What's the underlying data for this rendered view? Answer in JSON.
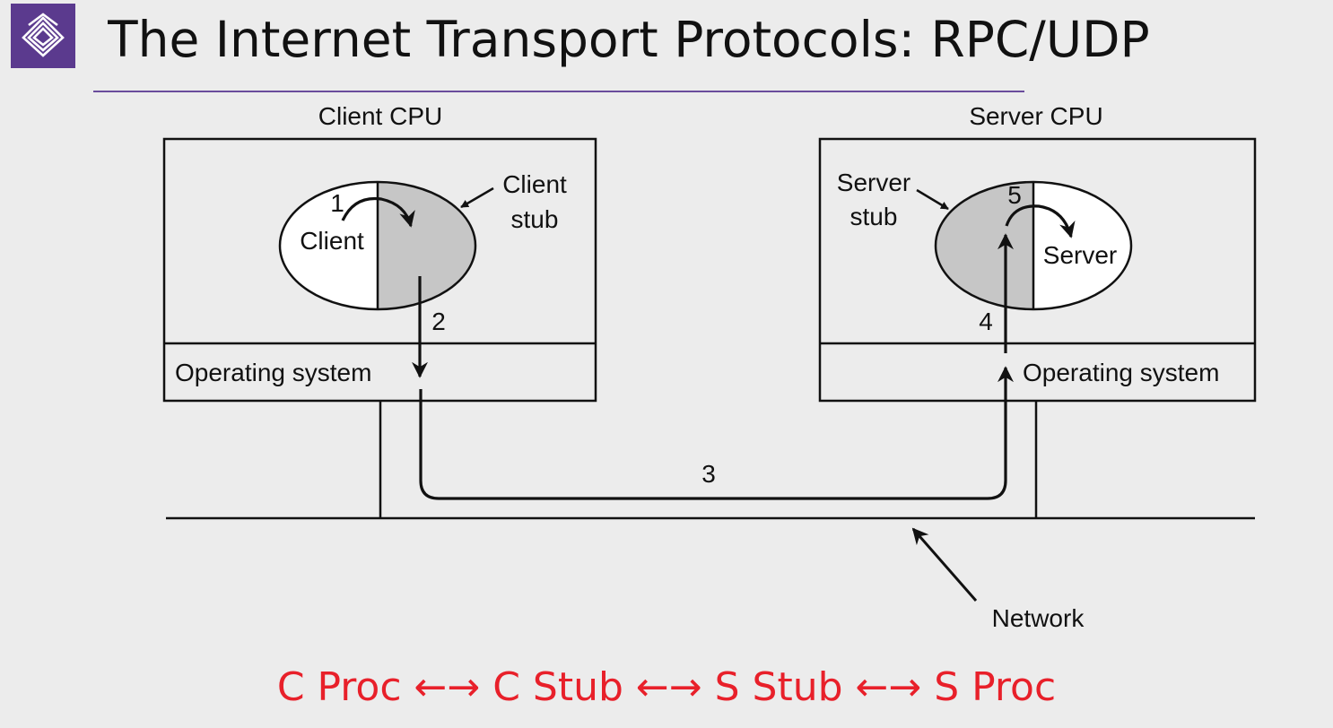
{
  "slide": {
    "title": "The Internet Transport Protocols: RPC/UDP",
    "logo_icon": "layered-diamond-logo-icon",
    "accent_color": "#5b3a8e",
    "summary_color": "#e8202a"
  },
  "diagram": {
    "client_machine": {
      "heading": "Client CPU",
      "process_label": "Client",
      "stub_label_line1": "Client",
      "stub_label_line2": "stub",
      "os_label": "Operating system"
    },
    "server_machine": {
      "heading": "Server CPU",
      "process_label": "Server",
      "stub_label_line1": "Server",
      "stub_label_line2": "stub",
      "os_label": "Operating system"
    },
    "steps": [
      "1",
      "2",
      "3",
      "4",
      "5"
    ],
    "network_label": "Network"
  },
  "summary": "C Proc ←→ C Stub ←→ S Stub ←→ S Proc"
}
